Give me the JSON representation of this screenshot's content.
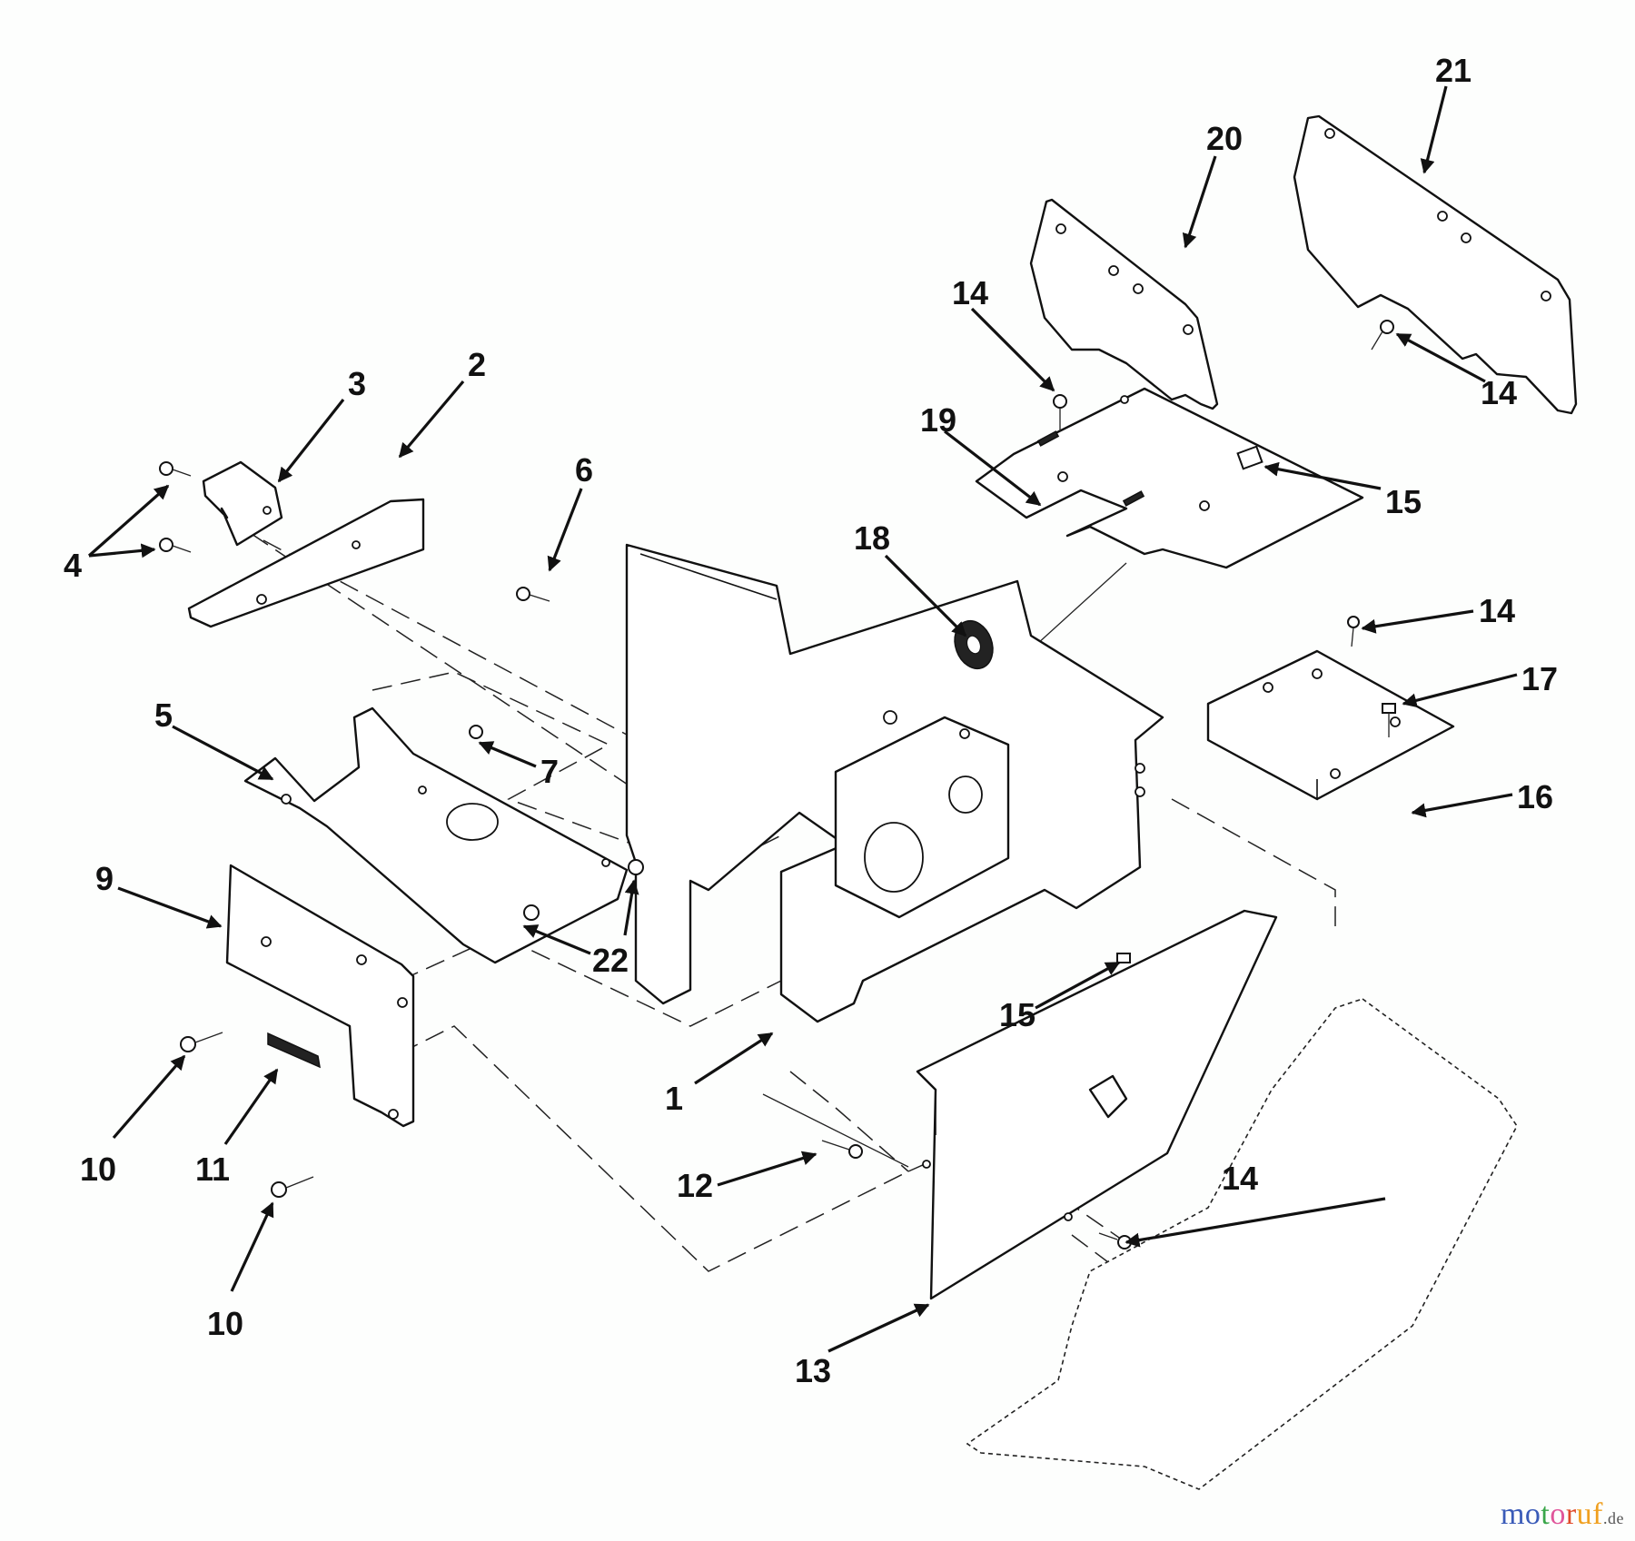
{
  "diagram": {
    "title": "Exploded parts diagram - frame, brackets and footrest plates",
    "callouts": [
      {
        "id": "c1",
        "label": "1"
      },
      {
        "id": "c2",
        "label": "2"
      },
      {
        "id": "c3",
        "label": "3"
      },
      {
        "id": "c4",
        "label": "4"
      },
      {
        "id": "c5",
        "label": "5"
      },
      {
        "id": "c6",
        "label": "6"
      },
      {
        "id": "c7",
        "label": "7"
      },
      {
        "id": "c9",
        "label": "9"
      },
      {
        "id": "c10a",
        "label": "10"
      },
      {
        "id": "c10b",
        "label": "10"
      },
      {
        "id": "c11",
        "label": "11"
      },
      {
        "id": "c12",
        "label": "12"
      },
      {
        "id": "c13",
        "label": "13"
      },
      {
        "id": "c14a",
        "label": "14"
      },
      {
        "id": "c14b",
        "label": "14"
      },
      {
        "id": "c14c",
        "label": "14"
      },
      {
        "id": "c14d",
        "label": "14"
      },
      {
        "id": "c15a",
        "label": "15"
      },
      {
        "id": "c15b",
        "label": "15"
      },
      {
        "id": "c16",
        "label": "16"
      },
      {
        "id": "c17",
        "label": "17"
      },
      {
        "id": "c18",
        "label": "18"
      },
      {
        "id": "c19",
        "label": "19"
      },
      {
        "id": "c20",
        "label": "20"
      },
      {
        "id": "c21",
        "label": "21"
      },
      {
        "id": "c22",
        "label": "22"
      }
    ]
  },
  "watermark": {
    "letters": [
      {
        "ch": "m",
        "color": "#3a5bb8"
      },
      {
        "ch": "o",
        "color": "#3a5bb8"
      },
      {
        "ch": "t",
        "color": "#3aa64a"
      },
      {
        "ch": "o",
        "color": "#e0559a"
      },
      {
        "ch": "r",
        "color": "#e04a2a"
      },
      {
        "ch": "u",
        "color": "#f0a020"
      },
      {
        "ch": "f",
        "color": "#f0a020"
      }
    ],
    "suffix": ".de"
  }
}
